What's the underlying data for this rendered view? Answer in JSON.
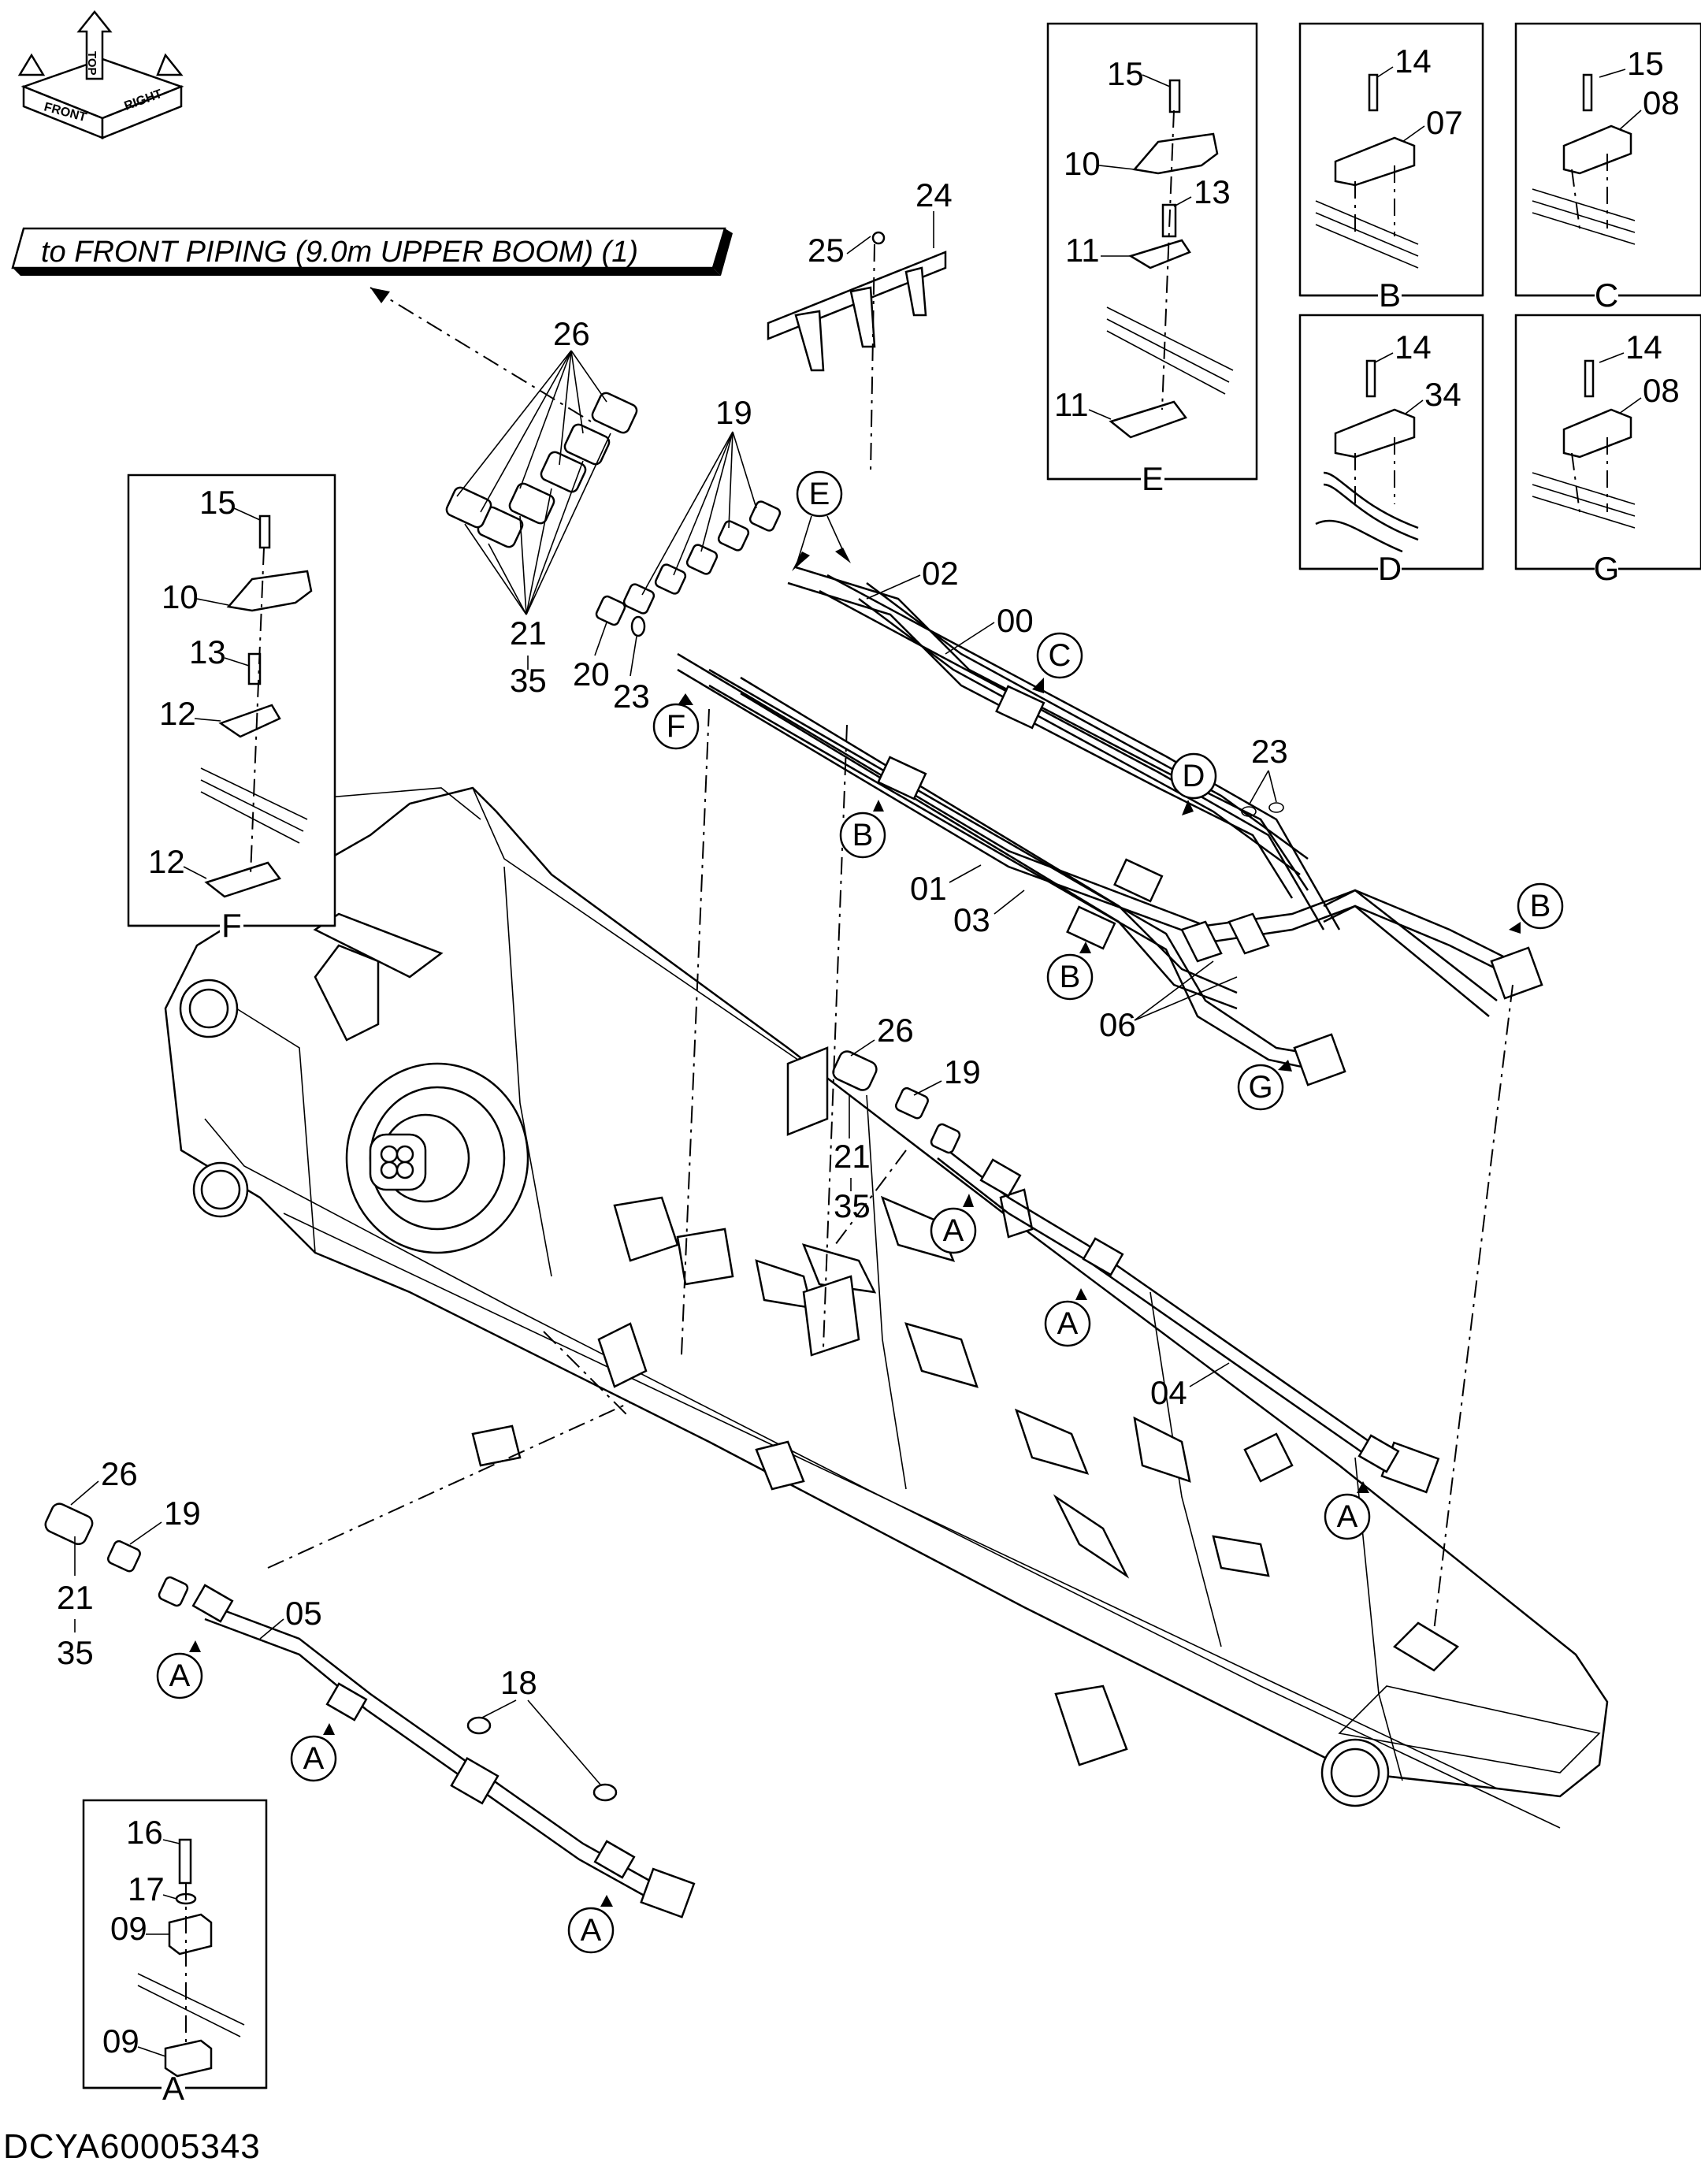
{
  "compass": {
    "front": "FRONT",
    "top": "TOP",
    "right": "RIGHT"
  },
  "banner": {
    "text": "to FRONT PIPING (9.0m UPPER BOOM) (1)"
  },
  "document_id": "DCYA60005343",
  "callouts": {
    "n26a": "26",
    "n19a": "19",
    "n21a": "21",
    "n35a": "35",
    "n20": "20",
    "n23a": "23",
    "n24": "24",
    "n25": "25",
    "n02": "02",
    "n00": "00",
    "n01": "01",
    "n03": "03",
    "n06": "06",
    "n23b": "23",
    "n26b": "26",
    "n19b": "19",
    "n21b": "21",
    "n35b": "35",
    "n04": "04",
    "n26c": "26",
    "n19c": "19",
    "n21c": "21",
    "n35c": "35",
    "n05": "05",
    "n18": "18"
  },
  "circle_refs": {
    "E": "E",
    "F": "F",
    "C": "C",
    "D": "D",
    "B1": "B",
    "B2": "B",
    "B3": "B",
    "G": "G",
    "A1": "A",
    "A2": "A",
    "A3": "A",
    "A4": "A",
    "A5": "A",
    "A6": "A"
  },
  "detail_boxes": {
    "E": {
      "caption": "E",
      "labels": [
        "15",
        "10",
        "13",
        "11",
        "11"
      ]
    },
    "B": {
      "caption": "B",
      "labels": [
        "14",
        "07"
      ]
    },
    "C": {
      "caption": "C",
      "labels": [
        "15",
        "08"
      ]
    },
    "D": {
      "caption": "D",
      "labels": [
        "14",
        "34"
      ]
    },
    "G": {
      "caption": "G",
      "labels": [
        "14",
        "08"
      ]
    },
    "F": {
      "caption": "F",
      "labels": [
        "15",
        "10",
        "13",
        "12",
        "12"
      ]
    },
    "A": {
      "caption": "A",
      "labels": [
        "16",
        "17",
        "09",
        "09"
      ]
    }
  }
}
